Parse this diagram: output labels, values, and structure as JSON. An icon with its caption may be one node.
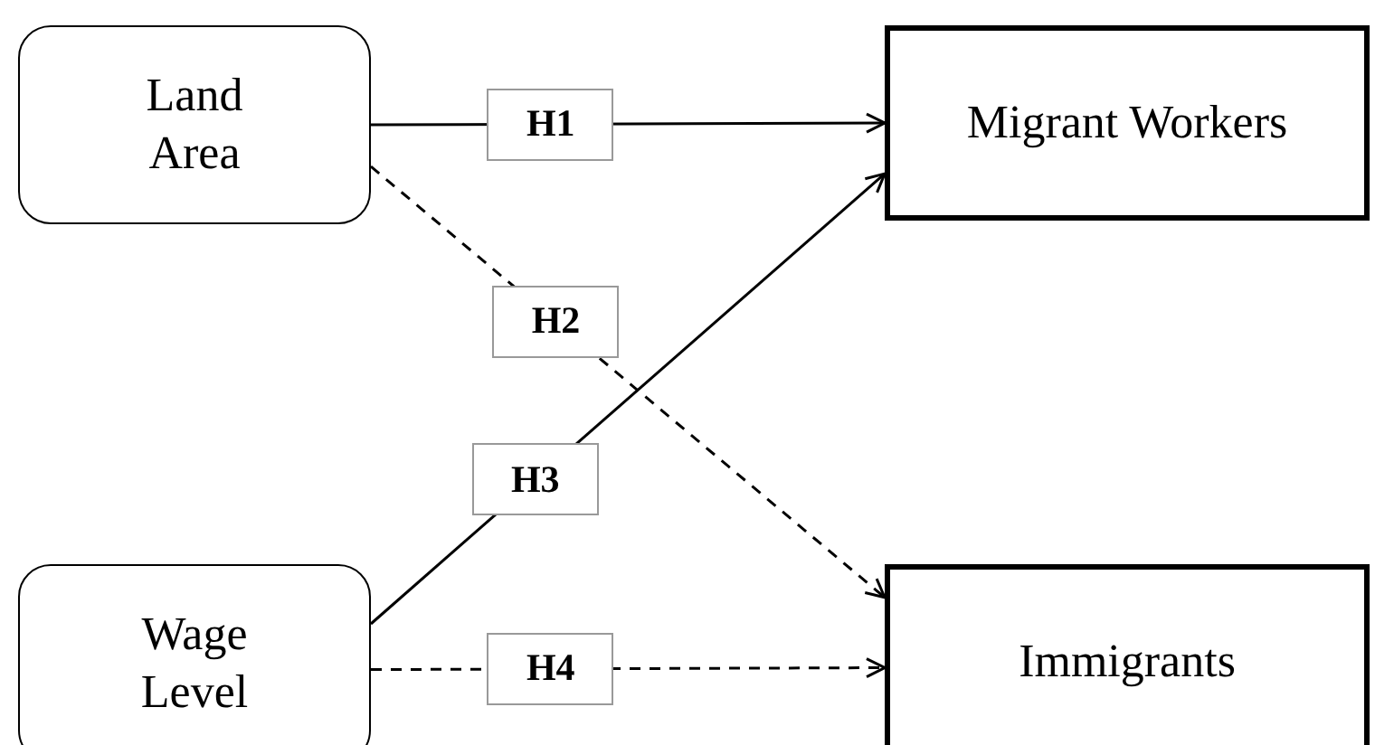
{
  "diagram": {
    "nodes": [
      {
        "text": [
          "Land Area"
        ]
      },
      {
        "text": [
          "Migrant Workers"
        ]
      },
      {
        "text": [
          "Wage Level"
        ]
      },
      {
        "text": [
          "Immigrants"
        ]
      }
    ],
    "edges": [
      {
        "from": 0,
        "to": 1,
        "arrow": "to",
        "label": "H1"
      },
      {
        "from": 0,
        "to": 3,
        "arrow": "to",
        "label": "H2",
        "style": "dashed"
      },
      {
        "from": 2,
        "to": 1,
        "arrow": "to",
        "label": "H3"
      },
      {
        "from": 2,
        "to": 3,
        "arrow": "to",
        "label": "H4",
        "style": "dashed"
      }
    ]
  }
}
